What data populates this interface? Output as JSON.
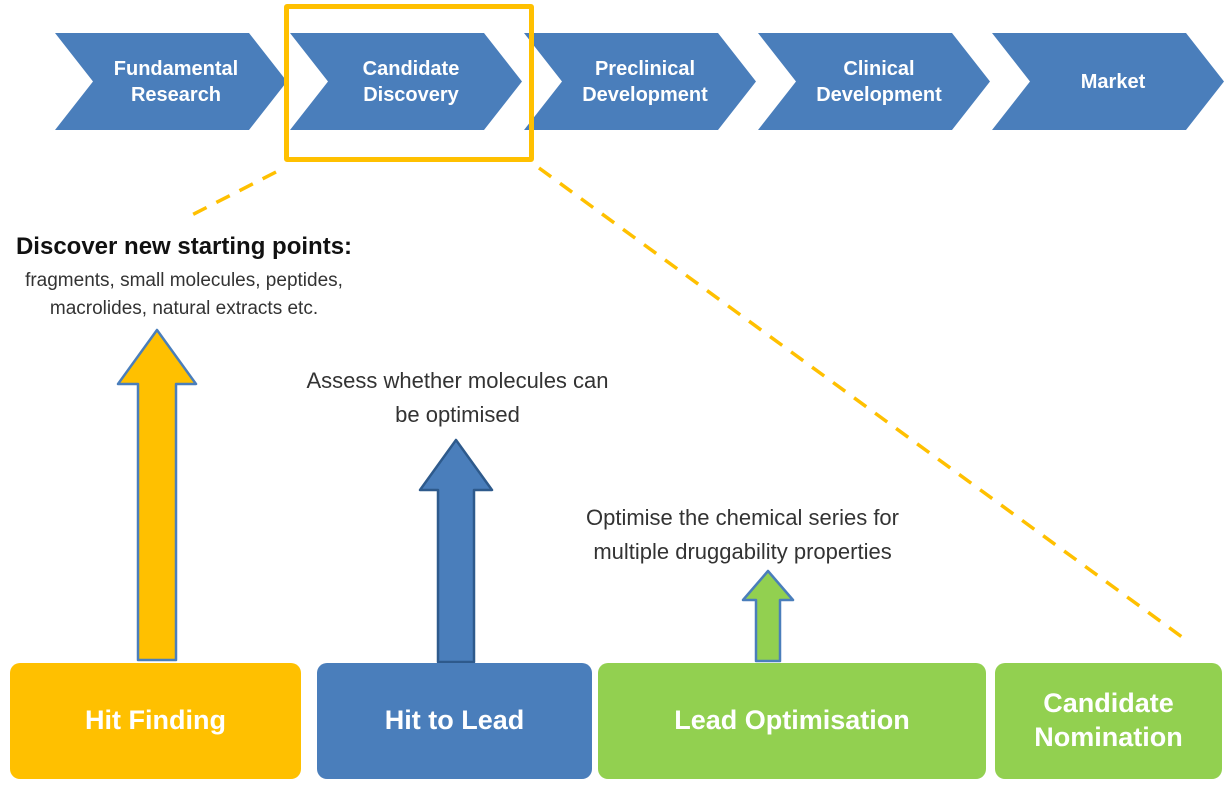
{
  "pipeline": {
    "stages": [
      {
        "label": "Fundamental Research"
      },
      {
        "label": "Candidate Discovery"
      },
      {
        "label": "Preclinical Development"
      },
      {
        "label": "Clinical Development"
      },
      {
        "label": "Market"
      }
    ],
    "highlighted_stage": "Candidate Discovery"
  },
  "annotations": {
    "hit_finding": {
      "title": "Discover new starting points:",
      "line1": "fragments, small molecules, peptides,",
      "line2": "macrolides, natural extracts etc."
    },
    "hit_to_lead": {
      "line1": "Assess whether molecules can",
      "line2": "be optimised"
    },
    "lead_optimisation": {
      "line1": "Optimise the chemical series for",
      "line2": "multiple druggability properties"
    }
  },
  "phases": [
    {
      "label": "Hit Finding",
      "color": "#FFC000"
    },
    {
      "label": "Hit to Lead",
      "color": "#4A7EBB"
    },
    {
      "label": "Lead Optimisation",
      "color": "#92D050"
    },
    {
      "label": "Candidate Nomination",
      "color": "#92D050"
    }
  ],
  "colors": {
    "stage_blue": "#4A7EBB",
    "highlight_yellow": "#FFC000",
    "arrow_yellow": "#FFC000",
    "arrow_blue": "#4A7EBB",
    "arrow_green": "#92D050",
    "arrow_outline_blue": "#4A7EBB",
    "dashed_line": "#FFC000",
    "text_dark": "#111111"
  }
}
